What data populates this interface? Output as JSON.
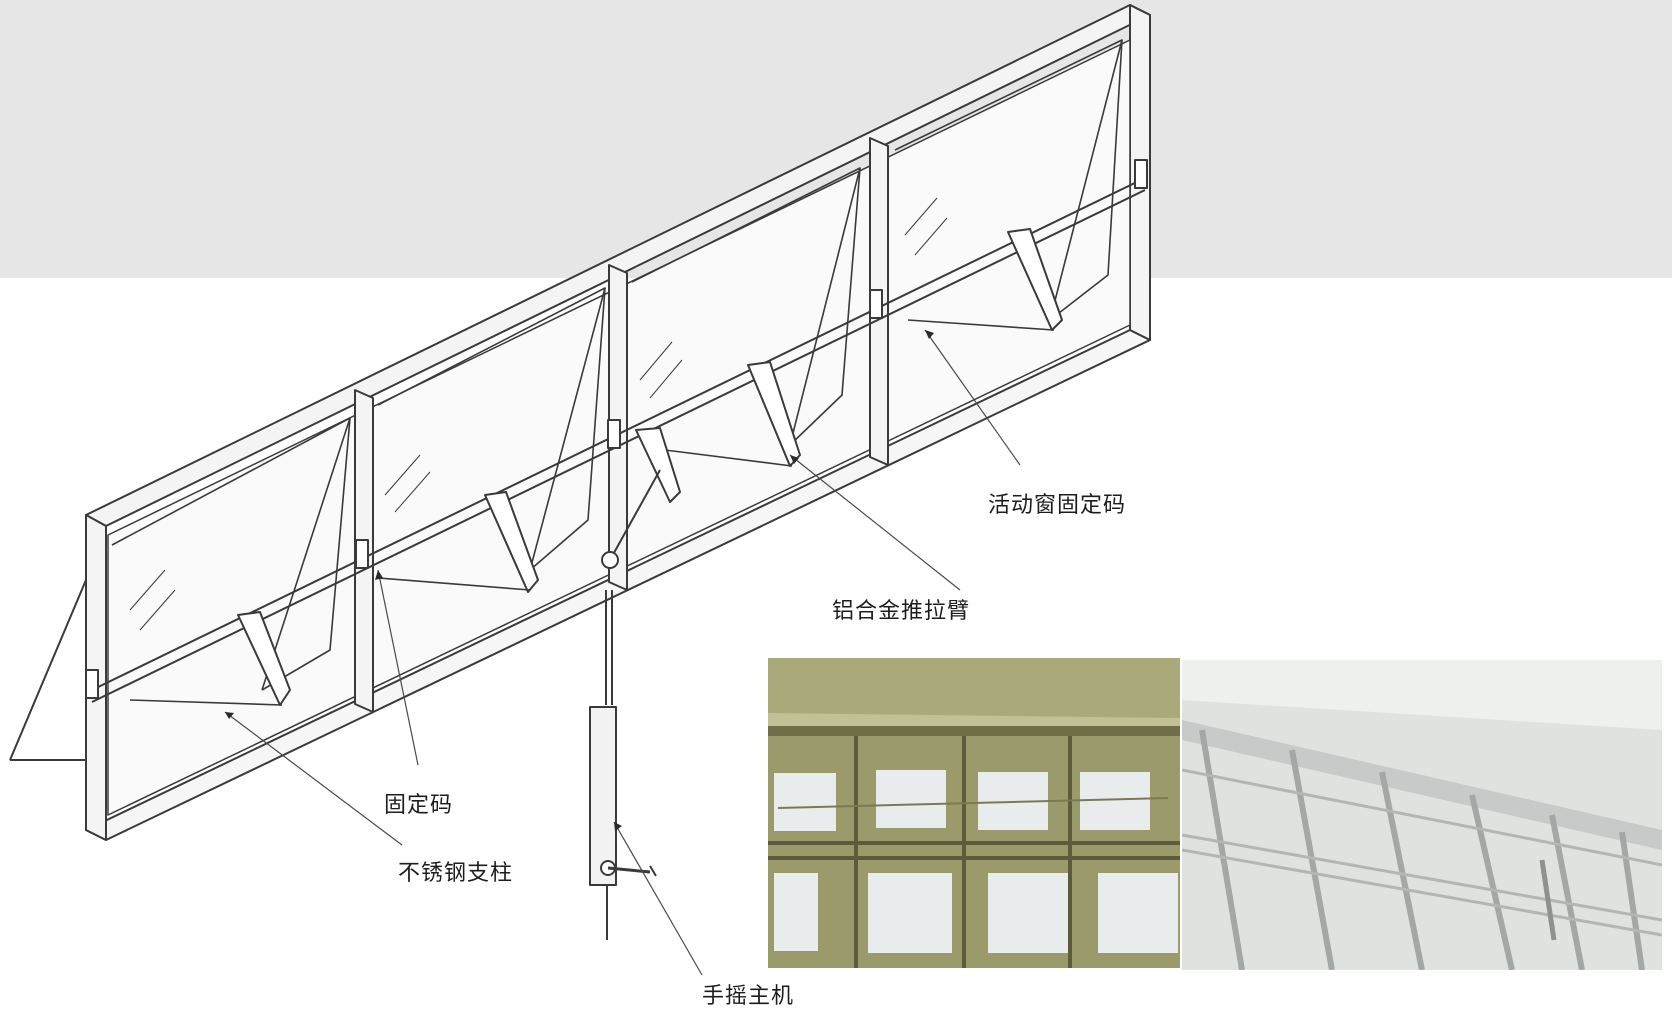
{
  "labels": {
    "sash_fixing_clip": "活动窗固定码",
    "aluminum_push_pull_arm": "铝合金推拉臂",
    "fixing_clip": "固定码",
    "stainless_steel_post": "不锈钢支柱",
    "hand_crank_unit": "手摇主机"
  },
  "colors": {
    "top_band": "#e6e6e6",
    "line": "#3a3a3a",
    "photo_left_wall": "#b9b98e",
    "photo_left_frame": "#8d8c5f",
    "photo_right_wall": "#d9dcd8",
    "photo_right_frame": "#b8bdbb"
  }
}
